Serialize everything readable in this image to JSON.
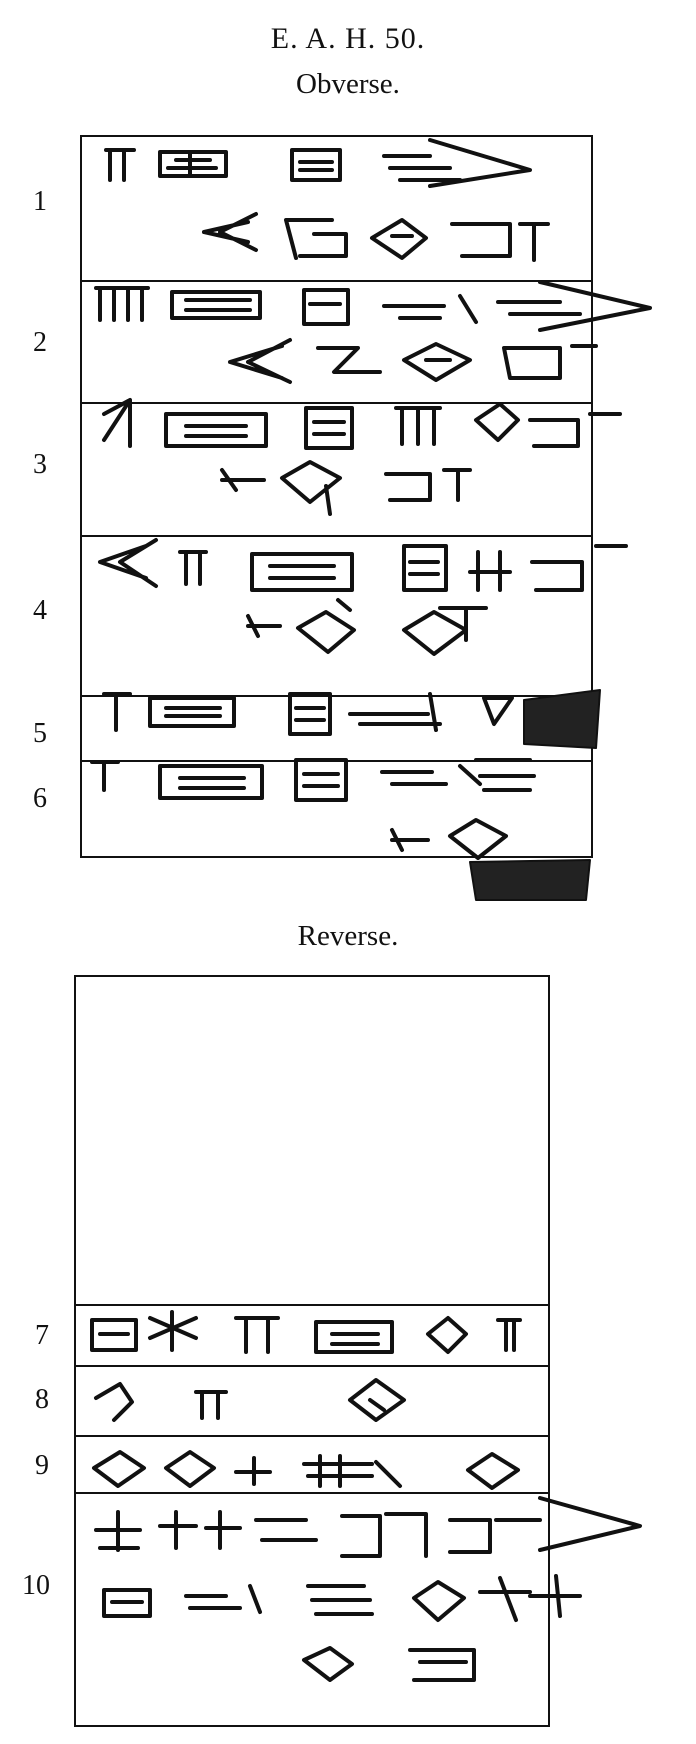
{
  "document": {
    "title": "E. A. H. 50.",
    "obverse_label": "Obverse.",
    "reverse_label": "Reverse."
  },
  "obverse": {
    "line_numbers": [
      "1",
      "2",
      "3",
      "4",
      "5",
      "6"
    ]
  },
  "reverse": {
    "line_numbers": [
      "7",
      "8",
      "9",
      "10"
    ]
  }
}
